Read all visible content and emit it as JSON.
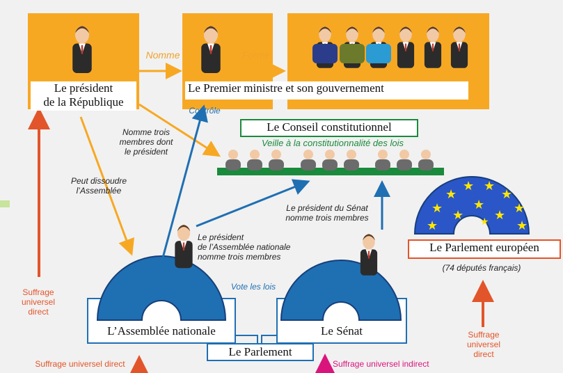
{
  "president": {
    "label_line1": "Le président",
    "label_line2": "de la République"
  },
  "gouvernement": {
    "label": "Le Premier ministre et son gouvernement"
  },
  "arrows": {
    "nomme": "Nomme",
    "forme": "Forme",
    "controle": "Contrôle",
    "vote": "Vote les lois"
  },
  "conseil": {
    "title": "Le Conseil constitutionnel",
    "subtitle": "Veille à la constitutionnalité des lois"
  },
  "notes": {
    "nomme_trois": [
      "Nomme trois",
      "membres dont",
      "le président"
    ],
    "dissoudre": [
      "Peut dissoudre",
      "l’Assemblée"
    ],
    "pres_senat": [
      "Le président du Sénat",
      "nomme trois membres"
    ],
    "pres_an": [
      "Le président",
      "de l’Assemblée nationale",
      "nomme trois membres"
    ]
  },
  "assemblee": {
    "label": "L’Assemblée nationale"
  },
  "senat": {
    "label": "Le Sénat"
  },
  "parlement": {
    "label": "Le Parlement"
  },
  "europe": {
    "label": "Le Parlement européen",
    "note": "(74 députés français)"
  },
  "suffrage": {
    "left": [
      "Suffrage",
      "universel",
      "direct"
    ],
    "bottom_left": "Suffrage universel direct",
    "bottom_mid": "Suffrage universel indirect",
    "right": [
      "Suffrage",
      "universel",
      "direct"
    ]
  },
  "colors": {
    "orange": "#f7a823",
    "blue": "#1f6fb3",
    "red": "#e2552a",
    "pink": "#d9157d",
    "green": "#1a8a3c"
  }
}
